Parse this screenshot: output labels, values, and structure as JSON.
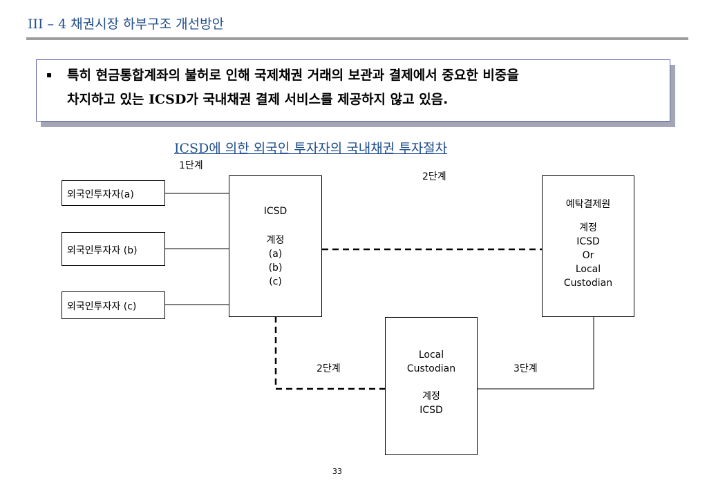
{
  "header": {
    "title": "III – 4  채권시장 하부구조 개선방안"
  },
  "callout": {
    "bullet": "▪",
    "line1": "특히 현금통합계좌의 불허로 인해 국제채권 거래의 보관과 결제에서 중요한 비중을",
    "line2_before": "차지하고 있는 ",
    "line2_bold": "ICSD",
    "line2_after": "가 국내채권 결제 서비스를 제공하지 않고 있음."
  },
  "diagram": {
    "title": "ICSD에 의한 외국인 투자자의 국내채권 투자절차",
    "investors": [
      "외국인투자자(a)",
      "외국인투자자 (b)",
      "외국인투자자 (c)"
    ],
    "icsd_box": {
      "title": "ICSD",
      "lines": [
        "계정",
        "(a)",
        "(b)",
        "(c)"
      ]
    },
    "ksd_box": {
      "lines": [
        "예탁결제원",
        "",
        "계정",
        "ICSD",
        "Or",
        "Local",
        "Custodian"
      ]
    },
    "custodian_box": {
      "lines": [
        "Local",
        "Custodian",
        "",
        "계정",
        "ICSD"
      ]
    },
    "step_labels": {
      "step1": "1단계",
      "step2_top": "2단계",
      "step2_bottom": "2단계",
      "step3": "3단계"
    }
  },
  "page_number": "33"
}
